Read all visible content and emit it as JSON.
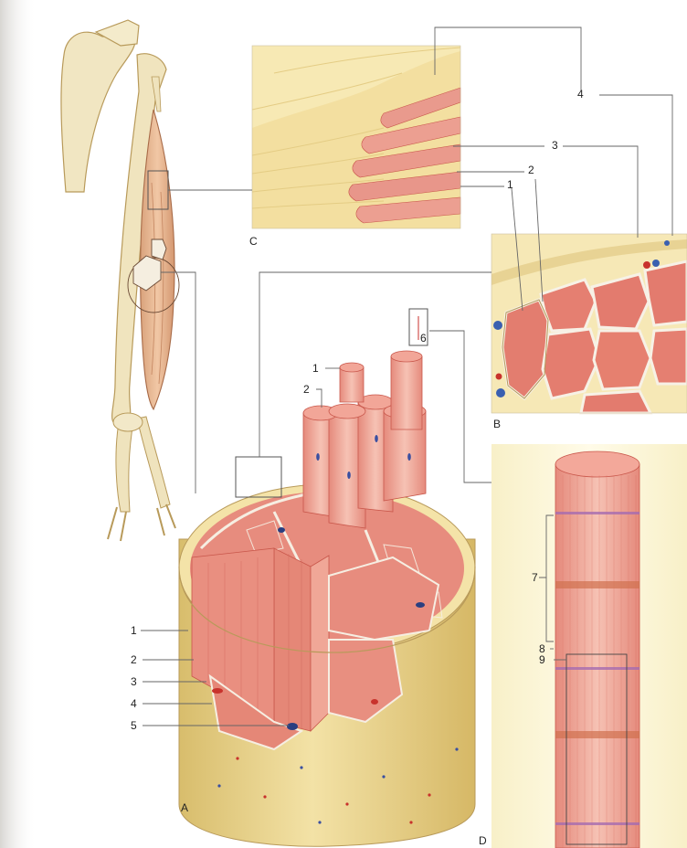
{
  "panels": {
    "a": "A",
    "b": "B",
    "c": "C",
    "d": "D"
  },
  "labels_c": {
    "n1": "1",
    "n2": "2",
    "n3": "3",
    "n4": "4"
  },
  "labels_a": {
    "n1": "1",
    "n2": "2",
    "n3": "3",
    "n4": "4",
    "n5": "5",
    "n6": "6"
  },
  "labels_fiber": {
    "n1": "1",
    "n2": "2"
  },
  "labels_d": {
    "n7": "7",
    "n8": "8",
    "n9": "9"
  },
  "colors": {
    "muscle": "#e8877a",
    "muscle_dark": "#c9574b",
    "connective_tissue": "#f0dc9c",
    "fascia_tan": "#dcc27a",
    "membrane": "#f4efe6",
    "bone": "#efe3bd",
    "nucleus": "#3a4fa0",
    "blood_vessel": "#c8322c",
    "leader_line": "#666666"
  }
}
